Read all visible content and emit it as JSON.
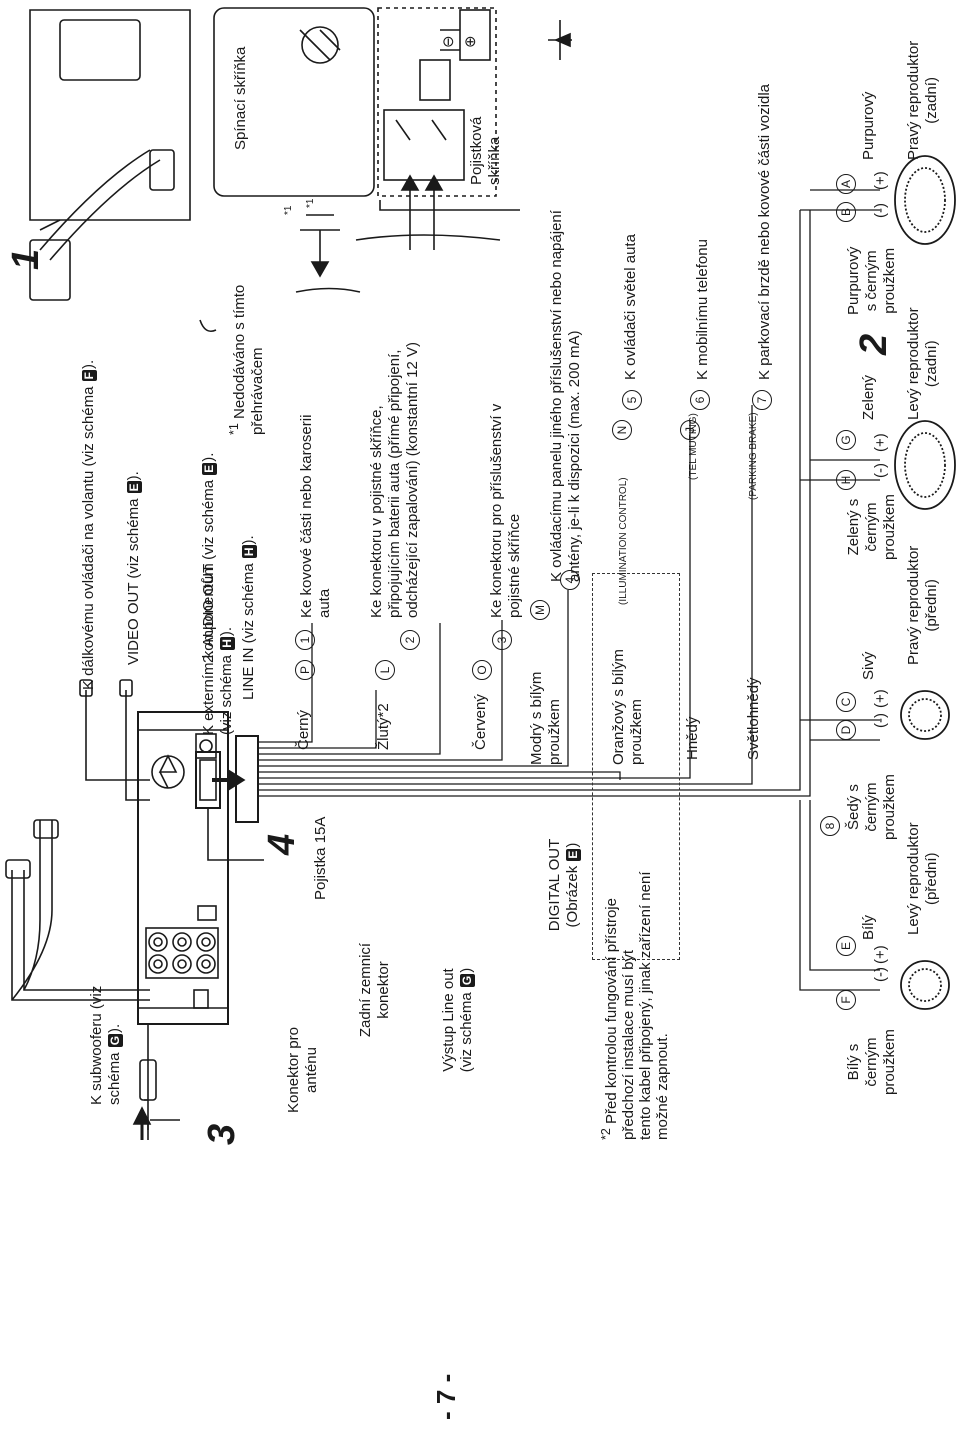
{
  "page_number": "- 7 -",
  "steps": [
    "1",
    "2",
    "3",
    "4"
  ],
  "top_left": {
    "audio_out": "2. AUDIO OUT (viz schéma",
    "audio_out_ref": "E",
    "line_in": "LINE IN (viz schéma",
    "line_in_ref": "H",
    "steering": "K dálkovému ovládači na volantu (viz schéma",
    "steering_ref": "F",
    "video_out": "VIDEO OUT (viz schéma",
    "video_out_ref": "E",
    "subwoofer_1": "K subwooferu (viz",
    "subwoofer_2": "schéma",
    "subwoofer_ref": "G",
    "antenna_1": "Konektor pro",
    "antenna_2": "anténu",
    "ground_1": "Zadní zemnicí",
    "ground_2": "konektor",
    "lineout_1": "Výstup Line out",
    "lineout_2": "(viz schéma",
    "lineout_ref": "G",
    "digital_1": "DIGITAL OUT",
    "digital_2": "(Obrázek",
    "digital_ref": "E",
    "fuse": "Pojistka 15A",
    "ext_1": "K externím komponentům",
    "ext_2": "(viz schéma",
    "ext_ref": "H"
  },
  "note2": {
    "marker": "*2",
    "lines": [
      "Před kontrolou fungování přístroje",
      "předchozí instalace musí být",
      "tento kabel připojený, jinak zařízení není",
      "možné zapnout."
    ]
  },
  "note1": {
    "marker": "*1",
    "lines": [
      "Nedodáváno s tímto",
      "přehrávačem"
    ]
  },
  "ignition_box": "Spínací skříňka",
  "fuse_box_1": "Pojistková",
  "fuse_box_2": "skříňka",
  "battery_plus": "⊕",
  "battery_minus": "⊖",
  "wires": [
    {
      "color": "Černý",
      "letter": "P",
      "num": "1",
      "desc": [
        "Ke kovové části nebo karoserii",
        "auta"
      ]
    },
    {
      "color": "Žlutý*2",
      "letter": "L",
      "num": "2",
      "desc": [
        "Ke konektoru v pojistné skříňce,",
        "připojujícím baterii auta (přímé připojení,",
        "odcházející zapalování) (konstantní 12 V)"
      ]
    },
    {
      "color": "Červený",
      "letter": "O",
      "num": "3",
      "desc": [
        "Ke konektoru pro příslušenství v",
        "pojistné skříňce"
      ]
    },
    {
      "color": "Modrý s bílým proužkem",
      "color_lines": [
        "Modrý s bílým",
        "proužkem"
      ],
      "letter": "M",
      "num": "4",
      "desc": [
        "K ovládacímu panelu jiného příslušenství nebo napájení",
        "antény, je-li k dispozici (max. 200 mA)"
      ]
    },
    {
      "color": "Oranžový s bílým proužkem",
      "color_lines": [
        "Oranžový s bílým",
        "proužkem"
      ],
      "letter": "N",
      "num": "5",
      "sub": "(ILLUMINATION CONTROL)",
      "desc": [
        "K ovládači světel auta"
      ]
    },
    {
      "color": "Hnědý",
      "letter": "J",
      "num": "6",
      "sub": "(TEL MUTING)",
      "desc": [
        "K mobilnímu telefonu"
      ]
    },
    {
      "color": "Světlohnědý",
      "letter": "",
      "num": "7",
      "sub": "(PARKING BRAKE)",
      "desc": [
        "K parkovací brzdě nebo kovové části vozidla"
      ]
    }
  ],
  "speaker_group_num": "8",
  "speakers": [
    {
      "name": [
        "Levý reproduktor",
        "(přední)"
      ],
      "neg": {
        "letter": "F",
        "color": [
          "Bílý s",
          "černým",
          "proužkem"
        ]
      },
      "pos": {
        "letter": "E",
        "color": [
          "Bílý"
        ]
      }
    },
    {
      "name": [
        "Pravý reproduktor",
        "(přední)"
      ],
      "neg": {
        "letter": "D",
        "color": [
          "Šedý s",
          "černým",
          "proužkem"
        ]
      },
      "pos": {
        "letter": "C",
        "color": [
          "Sivý"
        ]
      }
    },
    {
      "name": [
        "Levý reproduktor",
        "(zadní)"
      ],
      "neg": {
        "letter": "H",
        "color": [
          "Zelený s",
          "černým",
          "proužkem"
        ]
      },
      "pos": {
        "letter": "G",
        "color": [
          "Zelený"
        ]
      }
    },
    {
      "name": [
        "Pravý reproduktor",
        "(zadní)"
      ],
      "neg": {
        "letter": "B",
        "color": [
          "Purpurový",
          "s černým",
          "proužkem"
        ]
      },
      "pos": {
        "letter": "A",
        "color": [
          "Purpurový"
        ]
      }
    }
  ],
  "polarity_minus": "(-)",
  "polarity_plus": "(+)",
  "colors": {
    "ink": "#1a1a1a",
    "paper": "#ffffff"
  }
}
